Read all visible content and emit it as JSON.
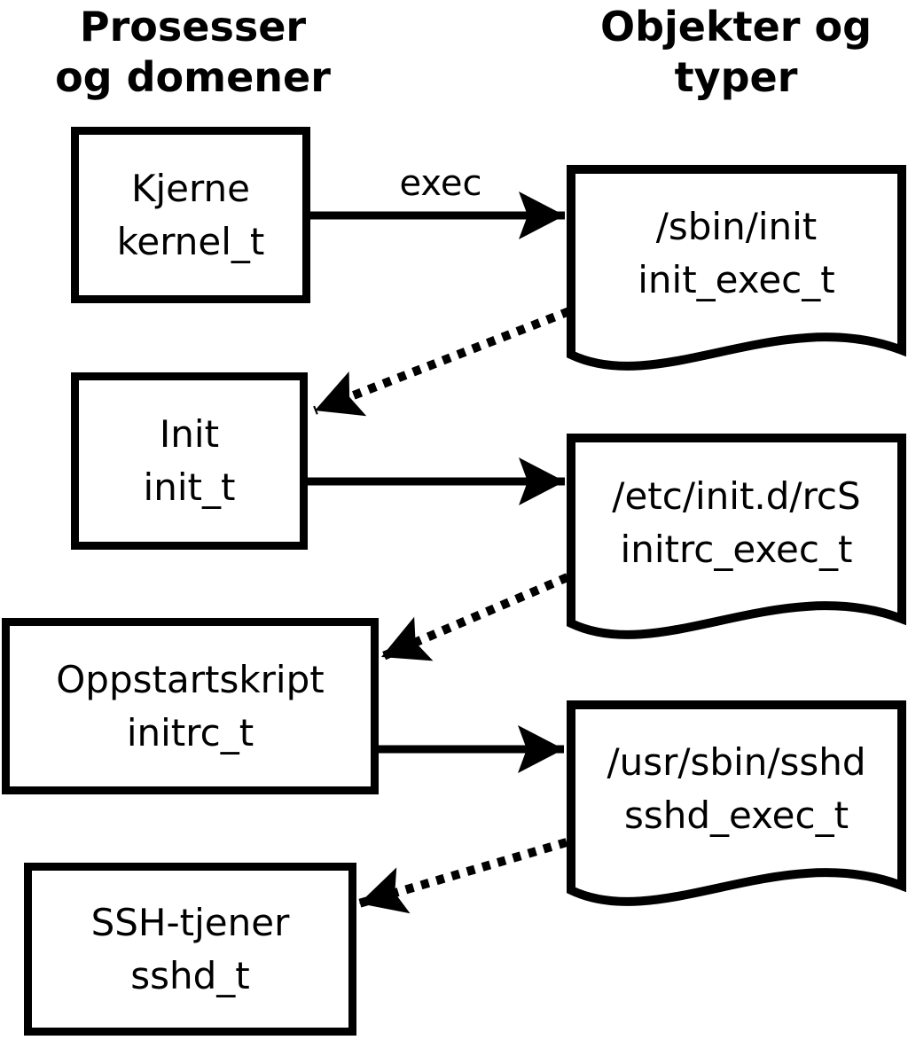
{
  "headings": {
    "processes": {
      "line1": "Prosesser",
      "line2": "og domener"
    },
    "objects": {
      "line1": "Objekter og",
      "line2": "typer"
    }
  },
  "processes": [
    {
      "label": "Kjerne",
      "type": "kernel_t"
    },
    {
      "label": "Init",
      "type": "init_t"
    },
    {
      "label": "Oppstartskript",
      "type": "initrc_t"
    },
    {
      "label": "SSH-tjener",
      "type": "sshd_t"
    }
  ],
  "objects": [
    {
      "path": "/sbin/init",
      "type": "init_exec_t"
    },
    {
      "path": "/etc/init.d/rcS",
      "type": "initrc_exec_t"
    },
    {
      "path": "/usr/sbin/sshd",
      "type": "sshd_exec_t"
    }
  ],
  "edges": {
    "exec_label": "exec"
  },
  "colors": {
    "ink": "#000000",
    "background": "#ffffff"
  }
}
